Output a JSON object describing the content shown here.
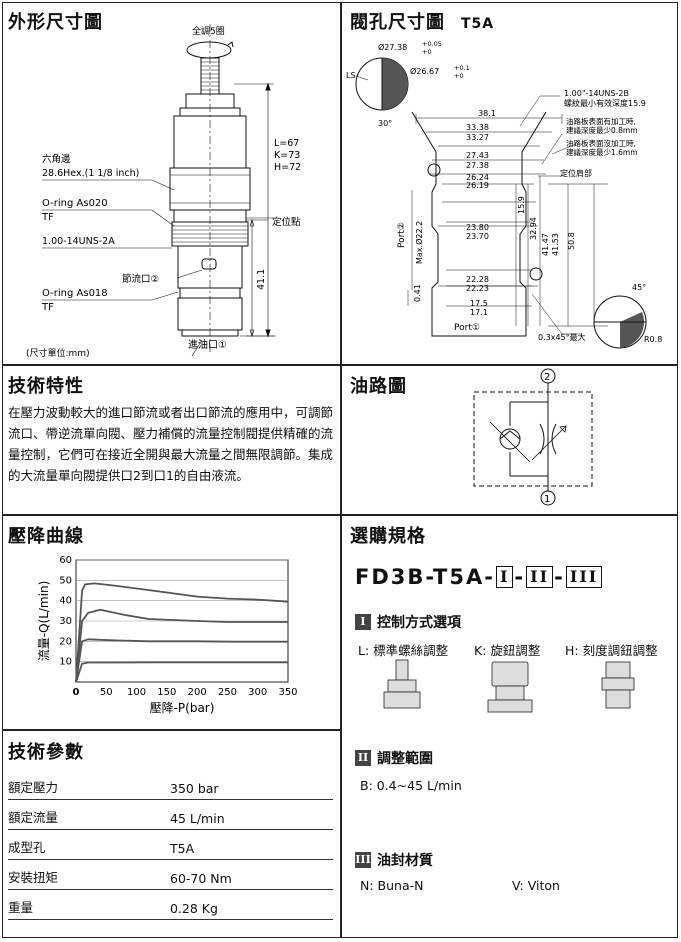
{
  "sections": {
    "outline": "外形尺寸圖",
    "cavity": "閥孔尺寸圖",
    "cavity_code": "T5A",
    "features": "技術特性",
    "circuit": "油路圖",
    "curve": "壓降曲線",
    "ordering": "選購規格",
    "params": "技術參數"
  },
  "outline": {
    "turns": "全調5圈",
    "hex": "六角邊",
    "hex_size": "28.6Hex.(1 1/8 inch)",
    "oring1": "O-ring As020",
    "tf1": "TF",
    "thread": "1.00-14UNS-2A",
    "port2": "節流口②",
    "oring2": "O-ring As018",
    "tf2": "TF",
    "port1": "進油口①",
    "locate": "定位點",
    "L": "L=67",
    "K": "K=73",
    "H": "H=72",
    "dim41": "41.1",
    "unit": "(尺寸單位:mm)"
  },
  "cavity_dims": {
    "d1": "Ø27.38",
    "d1tol": "+0.05",
    "d1tol2": "+0",
    "d2": "Ø26.67",
    "d2tol": "+0.1",
    "d2tol2": "+0",
    "ls": "LS",
    "ang30": "30°",
    "t1": "1.00\"-14UNS-2B",
    "t2": "螺紋最小有效深度15.9",
    "n1": "油路板表面有加工時,",
    "n2": "建議深度最少0.8mm",
    "n3": "油路板表面沒加工時,",
    "n4": "建議深度最少1.6mm",
    "shoulder": "定位肩部",
    "v381": "38.1",
    "v3338": "33.38",
    "v3327": "33.27",
    "v2743": "27.43",
    "v2738": "27.38",
    "v2624": "26.24",
    "v2619": "26.19",
    "v2380": "23.80",
    "v2370": "23.70",
    "v2228": "22.28",
    "v2223": "22.23",
    "v175": "17.5",
    "v171": "17.1",
    "v159": "15.9",
    "v3294": "32.94",
    "v4147": "41.47",
    "v4153": "41.53",
    "v508": "50.8",
    "v041": "0.41",
    "port2": "Port②",
    "max": "Max.Ø22.2",
    "port1": "Port①",
    "chamfer": "0.3x45°最大",
    "ang45": "45°",
    "r08": "R0.8"
  },
  "features_text": "在壓力波動較大的進口節流或者出口節流的應用中，可調節流口、帶逆流單向閥、壓力補償的流量控制閥提供精確的流量控制，它們可在接近全開與最大流量之間無限調節。集成的大流量單向閥提供口2到口1的自由液流。",
  "circuit": {
    "p2": "2",
    "p1": "1"
  },
  "chart_data": {
    "type": "line",
    "xlabel": "壓降-P(bar)",
    "ylabel": "流量-Q(L/min)",
    "x_ticks": [
      "0",
      "50",
      "100",
      "150",
      "200",
      "250",
      "300",
      "350"
    ],
    "y_ticks": [
      "10",
      "20",
      "30",
      "40",
      "50",
      "60"
    ],
    "xlim": [
      0,
      350
    ],
    "ylim": [
      0,
      60
    ],
    "grid": true,
    "series": [
      {
        "x": [
          0,
          10,
          15,
          30,
          60,
          100,
          150,
          200,
          250,
          300,
          350
        ],
        "y": [
          0,
          45,
          48,
          48.5,
          47.5,
          46,
          44,
          42,
          41,
          40.5,
          39.5
        ]
      },
      {
        "x": [
          0,
          10,
          20,
          40,
          80,
          120,
          160,
          200,
          250,
          300,
          350
        ],
        "y": [
          0,
          30,
          34,
          35.5,
          33,
          31,
          30.5,
          30,
          29.5,
          29.5,
          29.5
        ]
      },
      {
        "x": [
          0,
          10,
          20,
          60,
          120,
          200,
          260,
          350
        ],
        "y": [
          0,
          20,
          21,
          20.5,
          20,
          20,
          19.8,
          19.8
        ]
      },
      {
        "x": [
          0,
          10,
          20,
          60,
          120,
          200,
          260,
          350
        ],
        "y": [
          0,
          9,
          9.6,
          9.6,
          9.7,
          9.7,
          9.7,
          9.7
        ]
      }
    ]
  },
  "params": [
    {
      "label": "額定壓力",
      "value": "350 bar"
    },
    {
      "label": "額定流量",
      "value": "45 L/min"
    },
    {
      "label": "成型孔",
      "value": "T5A"
    },
    {
      "label": "安裝扭矩",
      "value": "60-70 Nm"
    },
    {
      "label": "重量",
      "value": "0.28 Kg"
    }
  ],
  "ordering": {
    "model": "FD3B-T5A",
    "sep": "-",
    "r1": "I",
    "r2": "II",
    "r3": "III",
    "ctrl_title": "控制方式選項",
    "ctrl_L": "L: 標準螺絲調整",
    "ctrl_K": "K: 旋鈕調整",
    "ctrl_H": "H: 刻度調鈕調整",
    "range_title": "調整範圍",
    "range_B": "B: 0.4~45 L/min",
    "seal_title": "油封材質",
    "seal_N": "N:  Buna-N",
    "seal_V": "V:   Viton"
  }
}
